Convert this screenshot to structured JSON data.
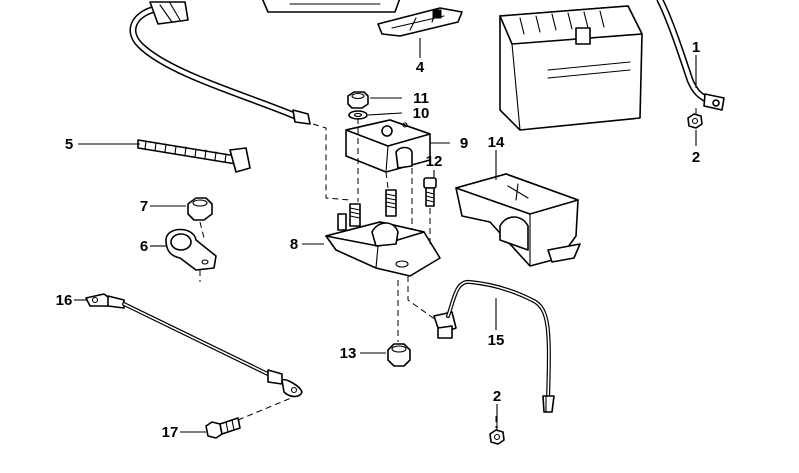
{
  "diagram": {
    "callouts": [
      {
        "id": "1",
        "label": "1",
        "part": "battery-cable-end"
      },
      {
        "id": "2a",
        "label": "2",
        "part": "nut-upper"
      },
      {
        "id": "2b",
        "label": "2",
        "part": "nut-lower"
      },
      {
        "id": "4",
        "label": "4",
        "part": "cable-holder"
      },
      {
        "id": "5",
        "label": "5",
        "part": "cable-strap"
      },
      {
        "id": "6",
        "label": "6",
        "part": "cable-clamp"
      },
      {
        "id": "7",
        "label": "7",
        "part": "collar-nut"
      },
      {
        "id": "8",
        "label": "8",
        "part": "mounting-bracket"
      },
      {
        "id": "9",
        "label": "9",
        "part": "terminal-cover"
      },
      {
        "id": "10",
        "label": "10",
        "part": "washer"
      },
      {
        "id": "11",
        "label": "11",
        "part": "hex-nut"
      },
      {
        "id": "12",
        "label": "12",
        "part": "bolt"
      },
      {
        "id": "13",
        "label": "13",
        "part": "hex-nut-lower"
      },
      {
        "id": "14",
        "label": "14",
        "part": "battery-cover"
      },
      {
        "id": "15",
        "label": "15",
        "part": "ground-strap"
      },
      {
        "id": "16",
        "label": "16",
        "part": "ground-cable"
      },
      {
        "id": "17",
        "label": "17",
        "part": "hex-bolt"
      }
    ]
  }
}
